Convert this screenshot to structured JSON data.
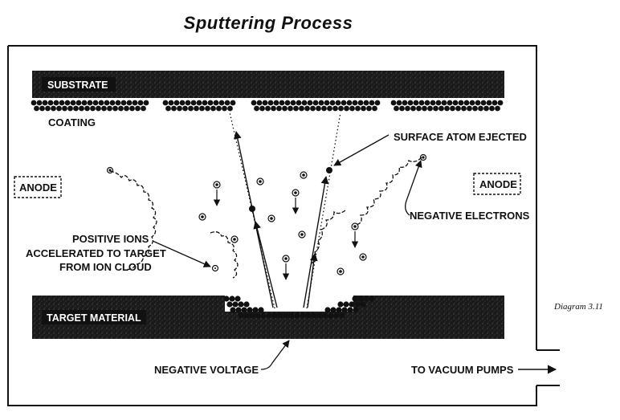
{
  "title": "Sputtering Process",
  "caption": "Diagram 3.11",
  "labels": {
    "substrate": "SUBSTRATE",
    "coating": "COATING",
    "surface_atom": "SURFACE ATOM EJECTED",
    "anode_left": "ANODE",
    "anode_right": "ANODE",
    "negative_electrons": "NEGATIVE ELECTRONS",
    "positive_ions_1": "POSITIVE IONS",
    "positive_ions_2": "ACCELERATED TO TARGET",
    "positive_ions_3": "FROM ION CLOUD",
    "target_material": "TARGET MATERIAL",
    "negative_voltage": "NEGATIVE VOLTAGE",
    "vacuum_pumps": "TO VACUUM PUMPS"
  }
}
